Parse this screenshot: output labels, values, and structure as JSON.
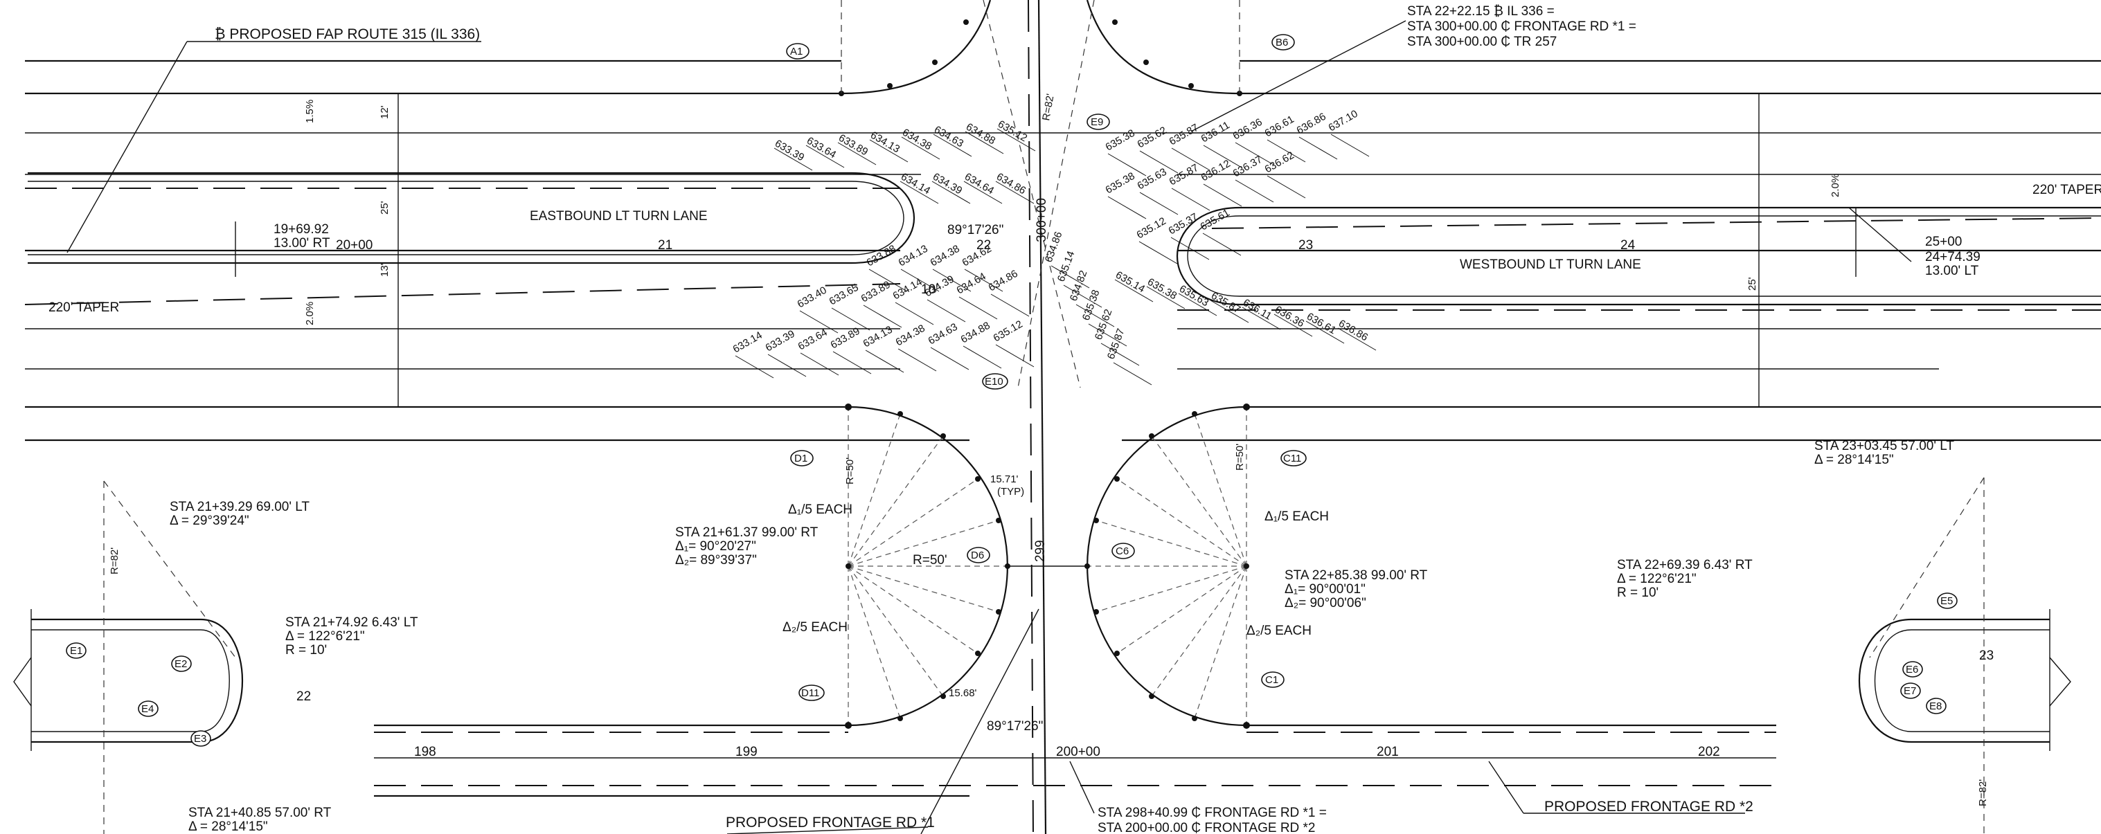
{
  "routes": {
    "il336_label": "₿ PROPOSED FAP ROUTE 315 (IL 336)",
    "frontage1_label": "PROPOSED FRONTAGE RD *1",
    "frontage2_label": "PROPOSED FRONTAGE RD *2",
    "eb_turn_lane": "EASTBOUND LT TURN LANE",
    "wb_turn_lane": "WESTBOUND LT TURN LANE",
    "taper_left": "220' TAPER",
    "taper_right": "220' TAPER"
  },
  "station_notes": {
    "top_eq_1": "STA 22+22.15 ₿ IL 336 =",
    "top_eq_2": "STA 300+00.00 ₵ FRONTAGE RD *1 =",
    "top_eq_3": "STA 300+00.00 ₵ TR 257",
    "bot_eq_1": "STA 298+40.99 ₵ FRONTAGE RD *1 =",
    "bot_eq_2": "STA 200+00.00 ₵ FRONTAGE RD *2",
    "left_sta_1": "19+69.92",
    "left_sta_2": "13.00' RT",
    "right_sta_1": "24+74.39",
    "right_sta_2": "13.00' LT",
    "right_sta_3": "25+00",
    "sw_1": "STA 21+61.37 99.00' RT",
    "sw_2": "Δ₁= 90°20'27\"",
    "sw_3": "Δ₂= 89°39'37\"",
    "se_1": "STA 22+85.38 99.00' RT",
    "se_2": "Δ₁= 90°00'01\"",
    "se_3": "Δ₂= 90°00'06\"",
    "lw_1": "STA 21+39.29 69.00' LT",
    "lw_2": "Δ = 29°39'24\"",
    "lw_3": "STA 21+74.92 6.43' LT",
    "lw_4": "Δ = 122°6'21\"",
    "lw_5": "R = 10'",
    "lw_6": "STA 21+40.85 57.00' RT",
    "lw_7": "Δ = 28°14'15\"",
    "re_1": "STA 23+03.45 57.00' LT",
    "re_2": "Δ = 28°14'15\"",
    "re_3": "STA 22+69.39 6.43' RT",
    "re_4": "Δ = 122°6'21\"",
    "re_5": "R = 10'",
    "skew_top": "89°17'26\"",
    "skew_bot": "89°17'26\"",
    "d1_each": "Δ₁/5 EACH",
    "d2_each": "Δ₂/5 EACH",
    "c_d1_each": "Δ₁/5 EACH",
    "c_d2_each": "Δ₂/5 EACH",
    "r50": "R=50'",
    "r82": "R=82'",
    "dim_10": "10'",
    "dim_12": "12'",
    "dim_13": "13'",
    "dim_25": "25'",
    "sl15": "1.5%",
    "sl20": "2.0%",
    "w299": "299",
    "w300": "300+00",
    "seg_typ": "(TYP)",
    "seg1": "15.71'",
    "seg2": "15.68'"
  },
  "mainline_stations": [
    "20+00",
    "21",
    "22",
    "23",
    "24"
  ],
  "frontage_stations": [
    "198",
    "199",
    "200+00",
    "201",
    "202"
  ],
  "left_wing_station": "22",
  "right_wing_station": "23",
  "point_labels": [
    "A1",
    "B6",
    "E9",
    "D1",
    "C11",
    "D6",
    "C6",
    "D11",
    "C1",
    "E10",
    "E1",
    "E2",
    "E3",
    "E4",
    "E5",
    "E6",
    "E7",
    "E8"
  ],
  "elevations_upper_left": [
    "633.39",
    "633.64",
    "633.89",
    "634.13",
    "634.38",
    "634.63",
    "634.88",
    "635.12"
  ],
  "elevations_mid_left": [
    "634.14",
    "634.39",
    "634.64",
    "634.86"
  ],
  "elevations_low_left_1": [
    "633.40",
    "633.65",
    "633.89",
    "634.14",
    "634.39",
    "634.64",
    "634.86"
  ],
  "elevations_low_left_2": [
    "633.88",
    "634.13",
    "634.38",
    "634.62"
  ],
  "elevations_bottom_left": [
    "633.14",
    "633.39",
    "633.64",
    "633.89",
    "634.13",
    "634.38",
    "634.63",
    "634.88",
    "635.12"
  ],
  "elevations_upper_right": [
    "635.38",
    "635.62",
    "635.87",
    "636.11",
    "636.36",
    "636.61",
    "636.86",
    "637.10"
  ],
  "elevations_mid_right": [
    "635.38",
    "635.63",
    "635.87",
    "636.12",
    "636.37",
    "636.62"
  ],
  "elevations_center_right": [
    "635.12",
    "635.37",
    "635.61"
  ],
  "elevations_low_right": [
    "635.14",
    "635.38",
    "635.63",
    "635.87",
    "636.11",
    "636.36",
    "636.61",
    "636.86"
  ],
  "elevations_center": [
    "634.86",
    "635.14",
    "634.82",
    "635.38",
    "635.62",
    "635.87"
  ]
}
